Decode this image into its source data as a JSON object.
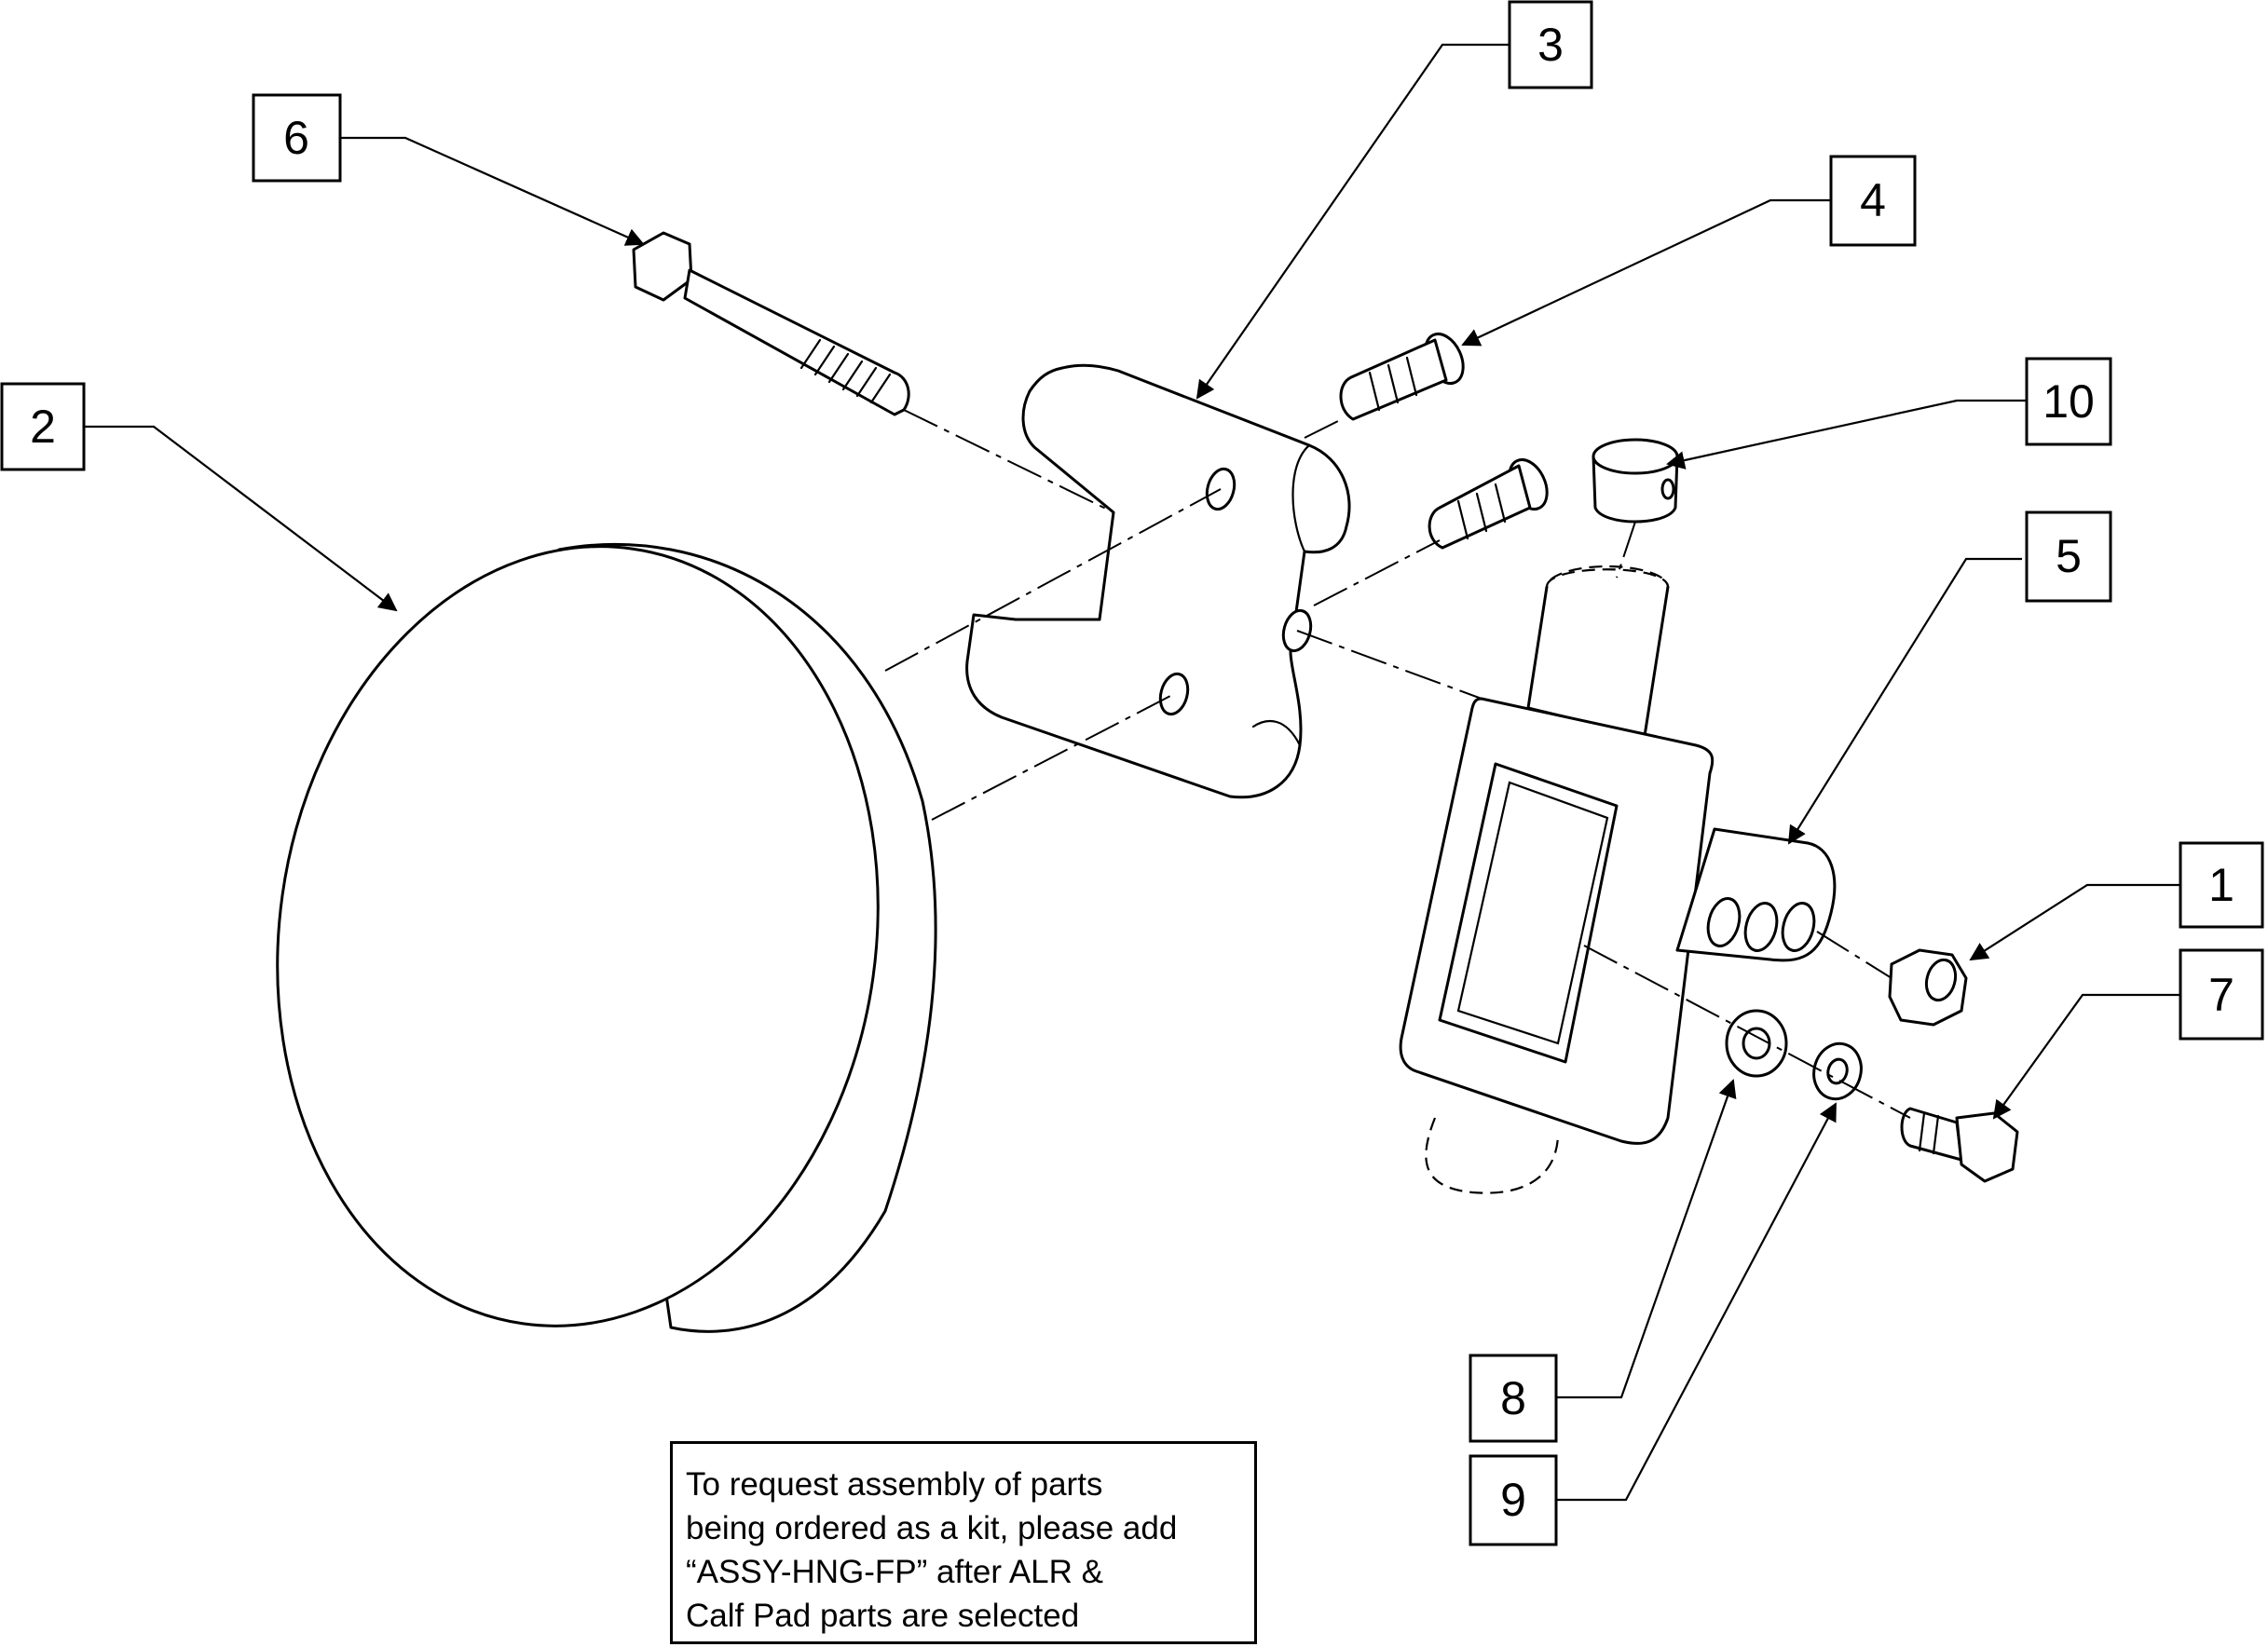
{
  "callouts": [
    {
      "id": "1",
      "label": "1"
    },
    {
      "id": "2",
      "label": "2"
    },
    {
      "id": "3",
      "label": "3"
    },
    {
      "id": "4",
      "label": "4"
    },
    {
      "id": "5",
      "label": "5"
    },
    {
      "id": "6",
      "label": "6"
    },
    {
      "id": "7",
      "label": "7"
    },
    {
      "id": "8",
      "label": "8"
    },
    {
      "id": "9",
      "label": "9"
    },
    {
      "id": "10",
      "label": "10"
    }
  ],
  "note": {
    "lines": [
      "To request assembly of parts",
      "being ordered as a kit, please add",
      "“ASSY-HNG-FP” after ALR &",
      "Calf Pad parts are selected"
    ]
  },
  "colors": {
    "ink": "#000000",
    "paper": "#ffffff"
  }
}
